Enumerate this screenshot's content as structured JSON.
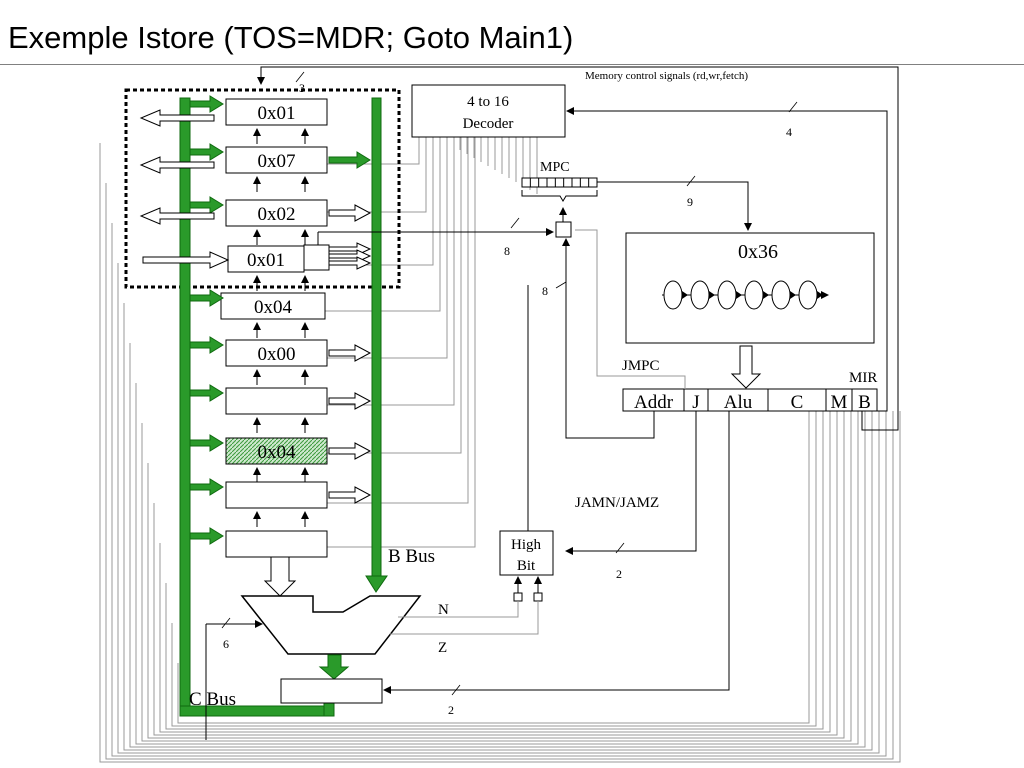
{
  "title": "Exemple Istore (TOS=MDR; Goto Main1)",
  "colors": {
    "bus_green": "#2a9a2a",
    "bus_green_dark": "#0f6a0f",
    "stroke": "#000000",
    "signal_gray": "#999999"
  },
  "registers": [
    {
      "value": "0x01"
    },
    {
      "value": "0x07"
    },
    {
      "value": "0x02"
    },
    {
      "value": "0x01"
    },
    {
      "value": "0x04"
    },
    {
      "value": "0x00"
    },
    {
      "value": ""
    },
    {
      "value": "0x04"
    },
    {
      "value": ""
    },
    {
      "value": ""
    }
  ],
  "decoder": {
    "line1": "4 to 16",
    "line2": "Decoder"
  },
  "memory_signals_label": "Memory control signals (rd,wr,fetch)",
  "mpc_label": "MPC",
  "control_store": {
    "address": "0x36"
  },
  "jmpc_label": "JMPC",
  "mir": {
    "label": "MIR",
    "fields": [
      "Addr",
      "J",
      "Alu",
      "C",
      "M",
      "B"
    ]
  },
  "jamn_jamz_label": "JAMN/JAMZ",
  "high_bit": {
    "line1": "High",
    "line2": "Bit"
  },
  "bus_labels": {
    "b_bus": "B Bus",
    "c_bus": "C Bus"
  },
  "flag_labels": {
    "n": "N",
    "z": "Z"
  },
  "wire_widths": {
    "c_field": "3",
    "b_decoder": "4",
    "next_address": "9",
    "addr_to_mux": "8",
    "mbr_to_mux": "8",
    "jump_bits": "2",
    "alu_ctrl": "6",
    "shifter_ctrl": "2"
  }
}
